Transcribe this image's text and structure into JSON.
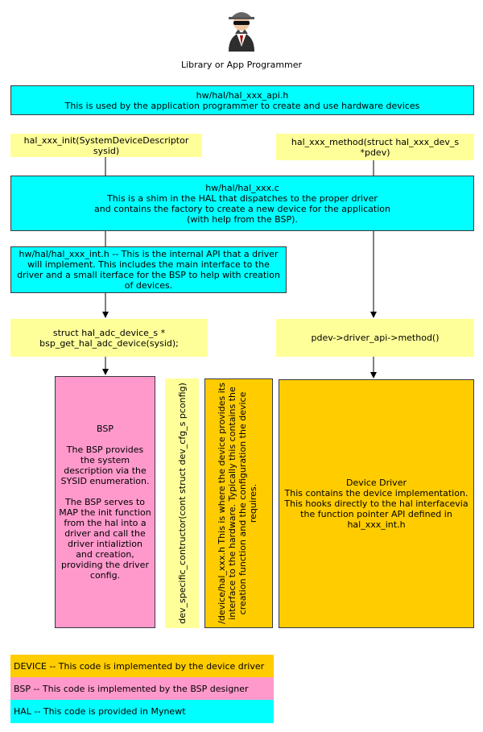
{
  "actor": {
    "icon": "spy-programmer-icon",
    "label": "Library or App Programmer"
  },
  "api_header": {
    "title": "hw/hal/hal_xxx_api.h",
    "desc": "This is used by the application programmer to create and use hardware devices"
  },
  "init_call": {
    "label": "hal_xxx_init(SystemDeviceDescriptor sysid)"
  },
  "method_call": {
    "label": "hal_xxx_method(struct hal_xxx_dev_s *pdev)"
  },
  "hal_shim": {
    "title": "hw/hal/hal_xxx.c",
    "desc": "This is a shim in the HAL that dispatches to the proper driver\nand contains the factory to create a new device for the application\n(with help from the BSP)."
  },
  "internal_api": {
    "text": "hw/hal/hal_xxx_int.h -- This is the internal API that a driver will implement.  This includes the main interface to the driver and a small iterface for the BSP to help with creation of devices."
  },
  "bsp_get": {
    "label": "struct hal_adc_device_s *\nbsp_get_hal_adc_device(sysid);"
  },
  "driver_api": {
    "label": "pdev->driver_api->method()"
  },
  "bsp_box": {
    "title": "BSP",
    "p1": "The BSP provides the system description via the SYSID enumeration.",
    "p2": "The BSP serves to MAP the init function from the hal into a driver and call the driver intializtion and creation, providing the driver config."
  },
  "constructor": {
    "label": "dev_specific_contructor(cont struct dev_cfg_s pconfig)"
  },
  "device_header": {
    "text": "/device/hal_xxx.h This is where the device provides its interface to the hardware.  Typically this contains the creation  function and the configuration the device requires."
  },
  "device_driver": {
    "title": "Device Driver",
    "desc": "This contains the device implementation.\nThis hooks directly to the hal interfacevia the function pointer API defined in hal_xxx_int.h"
  },
  "legend": [
    {
      "text": "DEVICE -- This code is implemented by the device driver",
      "color": "#ffcc00"
    },
    {
      "text": "BSP -- This code is implemented by the BSP designer",
      "color": "#ff99cc"
    },
    {
      "text": "HAL -- This code is provided in Mynewt",
      "color": "#00ffff"
    }
  ]
}
